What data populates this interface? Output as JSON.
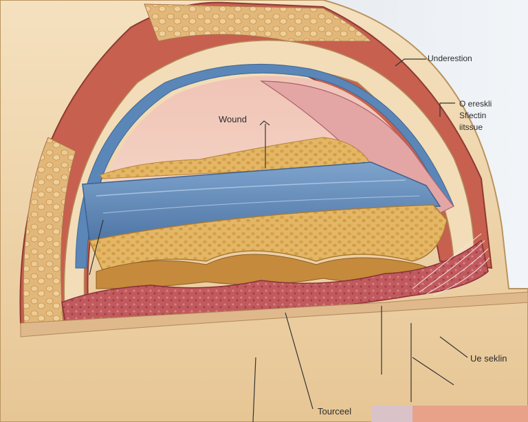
{
  "labels": {
    "wound": "Wound",
    "underlayer": "Underestion",
    "side_line1": "O ereskli",
    "side_line2": "Sfiectin",
    "side_line3": "iitssue",
    "skin": "Ue seklin",
    "bottom": "Tourceel"
  },
  "colors": {
    "background": "#e9eef3",
    "skin": "#f1d9b3",
    "muscle": "#c0584a",
    "fat": "#e2b45c",
    "blue_layer": "#5e88b8",
    "inner_cavity": "#f2cdbe",
    "tissue_red": "#b9424a"
  }
}
